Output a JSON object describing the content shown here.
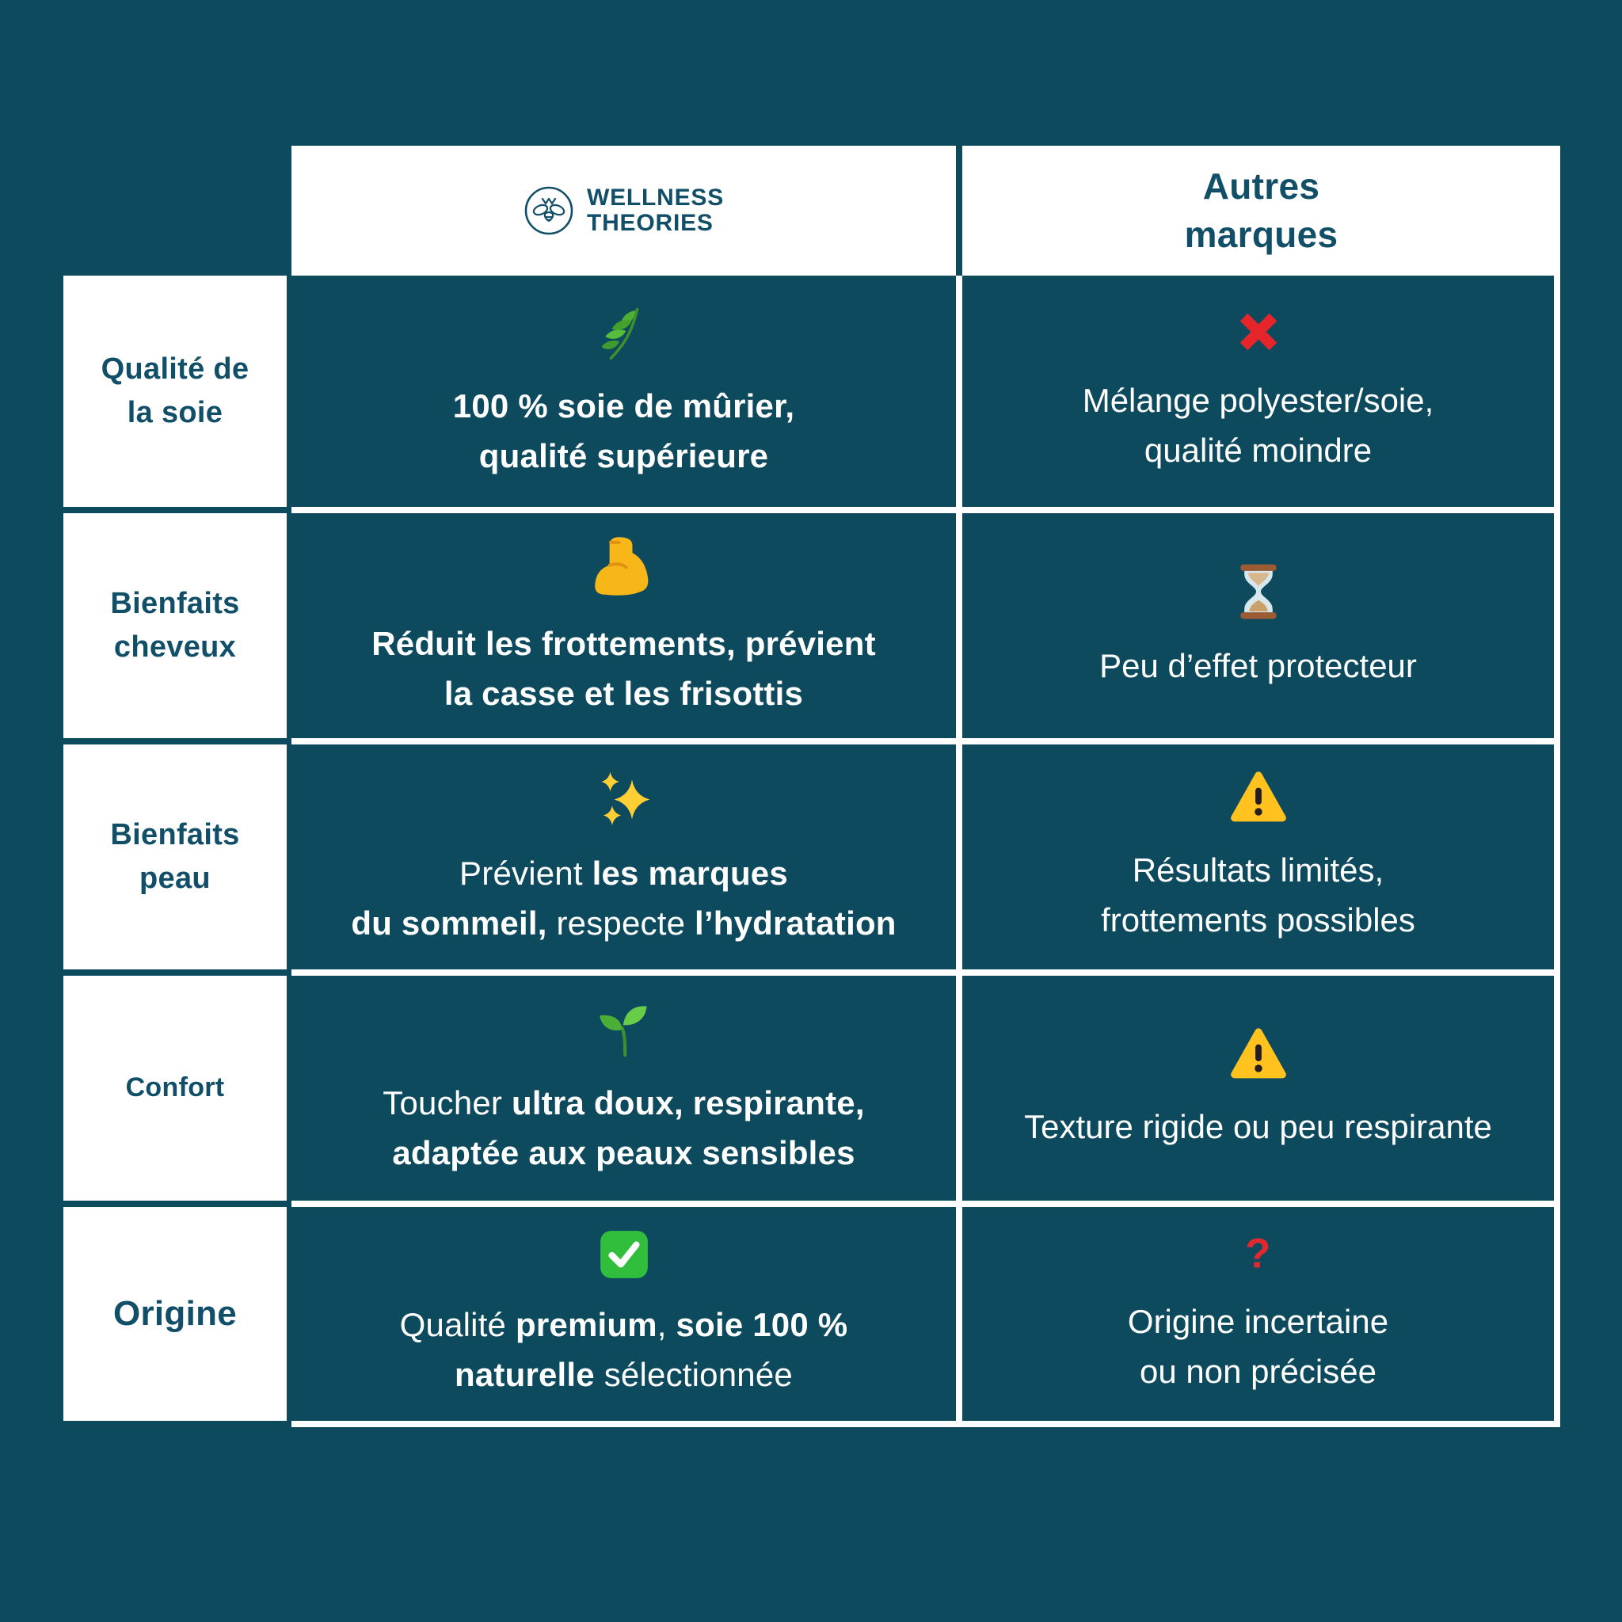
{
  "page_title": "Comparatif taie d’oreiller en soie — Wellness Theories vs autres marques",
  "colors": {
    "background": "#0D4A5E",
    "cell_white": "#FFFFFF",
    "text_dark_teal": "#114F68",
    "text_white": "#FFFFFF",
    "cross_red": "#E6252B",
    "question_red": "#E0282E",
    "warning_yellow": "#FFC21E",
    "check_green": "#30BE3C",
    "leaf_green": "#4CAF35",
    "biceps_yellow": "#F7B718",
    "hourglass_brown": "#9C5B33",
    "sparkle_gold": "#FFCF33"
  },
  "header": {
    "brand": {
      "logo_icon": "bee-logo-icon",
      "line1": "WELLNESS",
      "line2": "THEORIES"
    },
    "competitor": {
      "title": "Autres\nmarques"
    }
  },
  "rows": [
    {
      "label": "Qualité de\nla soie",
      "brand": {
        "icon": "herb-icon",
        "lines": [
          [
            {
              "text": "100 % soie de mûrier,",
              "bold": true
            }
          ],
          [
            {
              "text": "qualité supérieure",
              "bold": true
            }
          ]
        ]
      },
      "others": {
        "icon": "cross-mark-icon",
        "lines": [
          [
            {
              "text": "Mélange polyester/soie,",
              "bold": false
            }
          ],
          [
            {
              "text": "qualité moindre",
              "bold": false
            }
          ]
        ]
      }
    },
    {
      "label": "Bienfaits\ncheveux",
      "brand": {
        "icon": "flexed-biceps-icon",
        "lines": [
          [
            {
              "text": "Réduit les frottements, prévient",
              "bold": true
            }
          ],
          [
            {
              "text": "la casse et les frisottis",
              "bold": true
            }
          ]
        ]
      },
      "others": {
        "icon": "hourglass-icon",
        "lines": [
          [
            {
              "text": "Peu d’effet protecteur",
              "bold": false
            }
          ]
        ]
      }
    },
    {
      "label": "Bienfaits\npeau",
      "brand": {
        "icon": "sparkles-icon",
        "lines": [
          [
            {
              "text": "Prévient ",
              "bold": false
            },
            {
              "text": "les marques",
              "bold": true
            }
          ],
          [
            {
              "text": "du sommeil,",
              "bold": true
            },
            {
              "text": " respecte ",
              "bold": false
            },
            {
              "text": "l’hydratation",
              "bold": true
            }
          ]
        ]
      },
      "others": {
        "icon": "warning-icon",
        "lines": [
          [
            {
              "text": "Résultats limités,",
              "bold": false
            }
          ],
          [
            {
              "text": "frottements possibles",
              "bold": false
            }
          ]
        ]
      }
    },
    {
      "label": "Confort",
      "brand": {
        "icon": "seedling-icon",
        "lines": [
          [
            {
              "text": "Toucher ",
              "bold": false
            },
            {
              "text": "ultra doux, respirante,",
              "bold": true
            }
          ],
          [
            {
              "text": "adaptée aux peaux sensibles",
              "bold": true
            }
          ]
        ]
      },
      "others": {
        "icon": "warning-icon",
        "lines": [
          [
            {
              "text": "Texture rigide ou peu respirante",
              "bold": false
            }
          ]
        ]
      }
    },
    {
      "label": "Origine",
      "brand": {
        "icon": "check-mark-icon",
        "lines": [
          [
            {
              "text": "Qualité ",
              "bold": false
            },
            {
              "text": "premium",
              "bold": true
            },
            {
              "text": ", ",
              "bold": false
            },
            {
              "text": "soie 100 %",
              "bold": true
            }
          ],
          [
            {
              "text": "naturelle",
              "bold": true
            },
            {
              "text": " sélectionnée",
              "bold": false
            }
          ]
        ]
      },
      "others": {
        "icon": "red-question-icon",
        "lines": [
          [
            {
              "text": "Origine incertaine",
              "bold": false
            }
          ],
          [
            {
              "text": "ou non précisée",
              "bold": false
            }
          ]
        ]
      }
    }
  ],
  "chart_data": {
    "type": "table",
    "title": "Comparatif soie : Wellness Theories vs autres marques",
    "columns": [
      "",
      "WELLNESS THEORIES",
      "Autres marques"
    ],
    "rows": [
      [
        "Qualité de la soie",
        "🌿 100 % soie de mûrier, qualité supérieure",
        "❌ Mélange polyester/soie, qualité moindre"
      ],
      [
        "Bienfaits cheveux",
        "💪 Réduit les frottements, prévient la casse et les frisottis",
        "⏳ Peu d’effet protecteur"
      ],
      [
        "Bienfaits peau",
        "✨ Prévient les marques du sommeil, respecte l’hydratation",
        "⚠️ Résultats limités, frottements possibles"
      ],
      [
        "Confort",
        "🌱 Toucher ultra doux, respirante, adaptée aux peaux sensibles",
        "⚠️ Texture rigide ou peu respirante"
      ],
      [
        "Origine",
        "✅ Qualité premium, soie 100 % naturelle sélectionnée",
        "❓ Origine incertaine ou non précisée"
      ]
    ]
  }
}
